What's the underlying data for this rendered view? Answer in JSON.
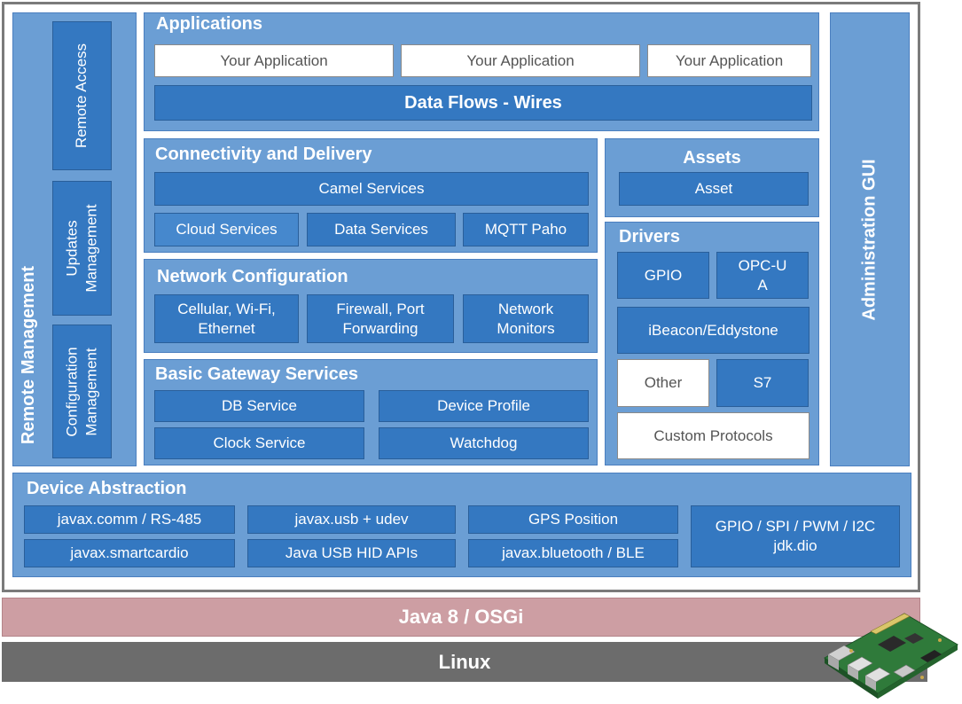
{
  "remote_management": {
    "title": "Remote Management",
    "remote_access": "Remote Access",
    "updates_management": "Updates Management",
    "configuration_management": "Configuration Management"
  },
  "applications": {
    "title": "Applications",
    "apps": [
      "Your Application",
      "Your Application",
      "Your Application"
    ],
    "data_flows": "Data Flows - Wires"
  },
  "connectivity": {
    "title": "Connectivity and Delivery",
    "camel": "Camel Services",
    "cloud": "Cloud Services",
    "data": "Data Services",
    "mqtt": "MQTT Paho"
  },
  "network": {
    "title": "Network Configuration",
    "cellular": "Cellular, Wi-Fi, Ethernet",
    "firewall": "Firewall, Port Forwarding",
    "monitors": "Network Monitors"
  },
  "basic": {
    "title": "Basic Gateway Services",
    "db": "DB Service",
    "profile": "Device Profile",
    "clock": "Clock Service",
    "watchdog": "Watchdog"
  },
  "assets": {
    "title": "Assets",
    "asset": "Asset"
  },
  "drivers": {
    "title": "Drivers",
    "gpio": "GPIO",
    "opcua": "OPC-UA",
    "ibeacon": "iBeacon/Eddystone",
    "other": "Other",
    "s7": "S7",
    "custom": "Custom Protocols"
  },
  "admin_gui": "Administration GUI",
  "device_abstraction": {
    "title": "Device Abstraction",
    "javax_comm": "javax.comm / RS-485",
    "javax_usb": "javax.usb + udev",
    "gps": "GPS Position",
    "gpio_spi": "GPIO / SPI / PWM / I2C",
    "jdk_dio": "jdk.dio",
    "smartcardio": "javax.smartcardio",
    "usb_hid": "Java USB HID APIs",
    "bluetooth": "javax.bluetooth / BLE"
  },
  "java_layer": "Java 8 / OSGi",
  "linux_layer": "Linux",
  "colors": {
    "panel": "#6b9ed4",
    "box": "#3478c1",
    "java": "#cd9ea3",
    "linux": "#6c6c6c"
  }
}
